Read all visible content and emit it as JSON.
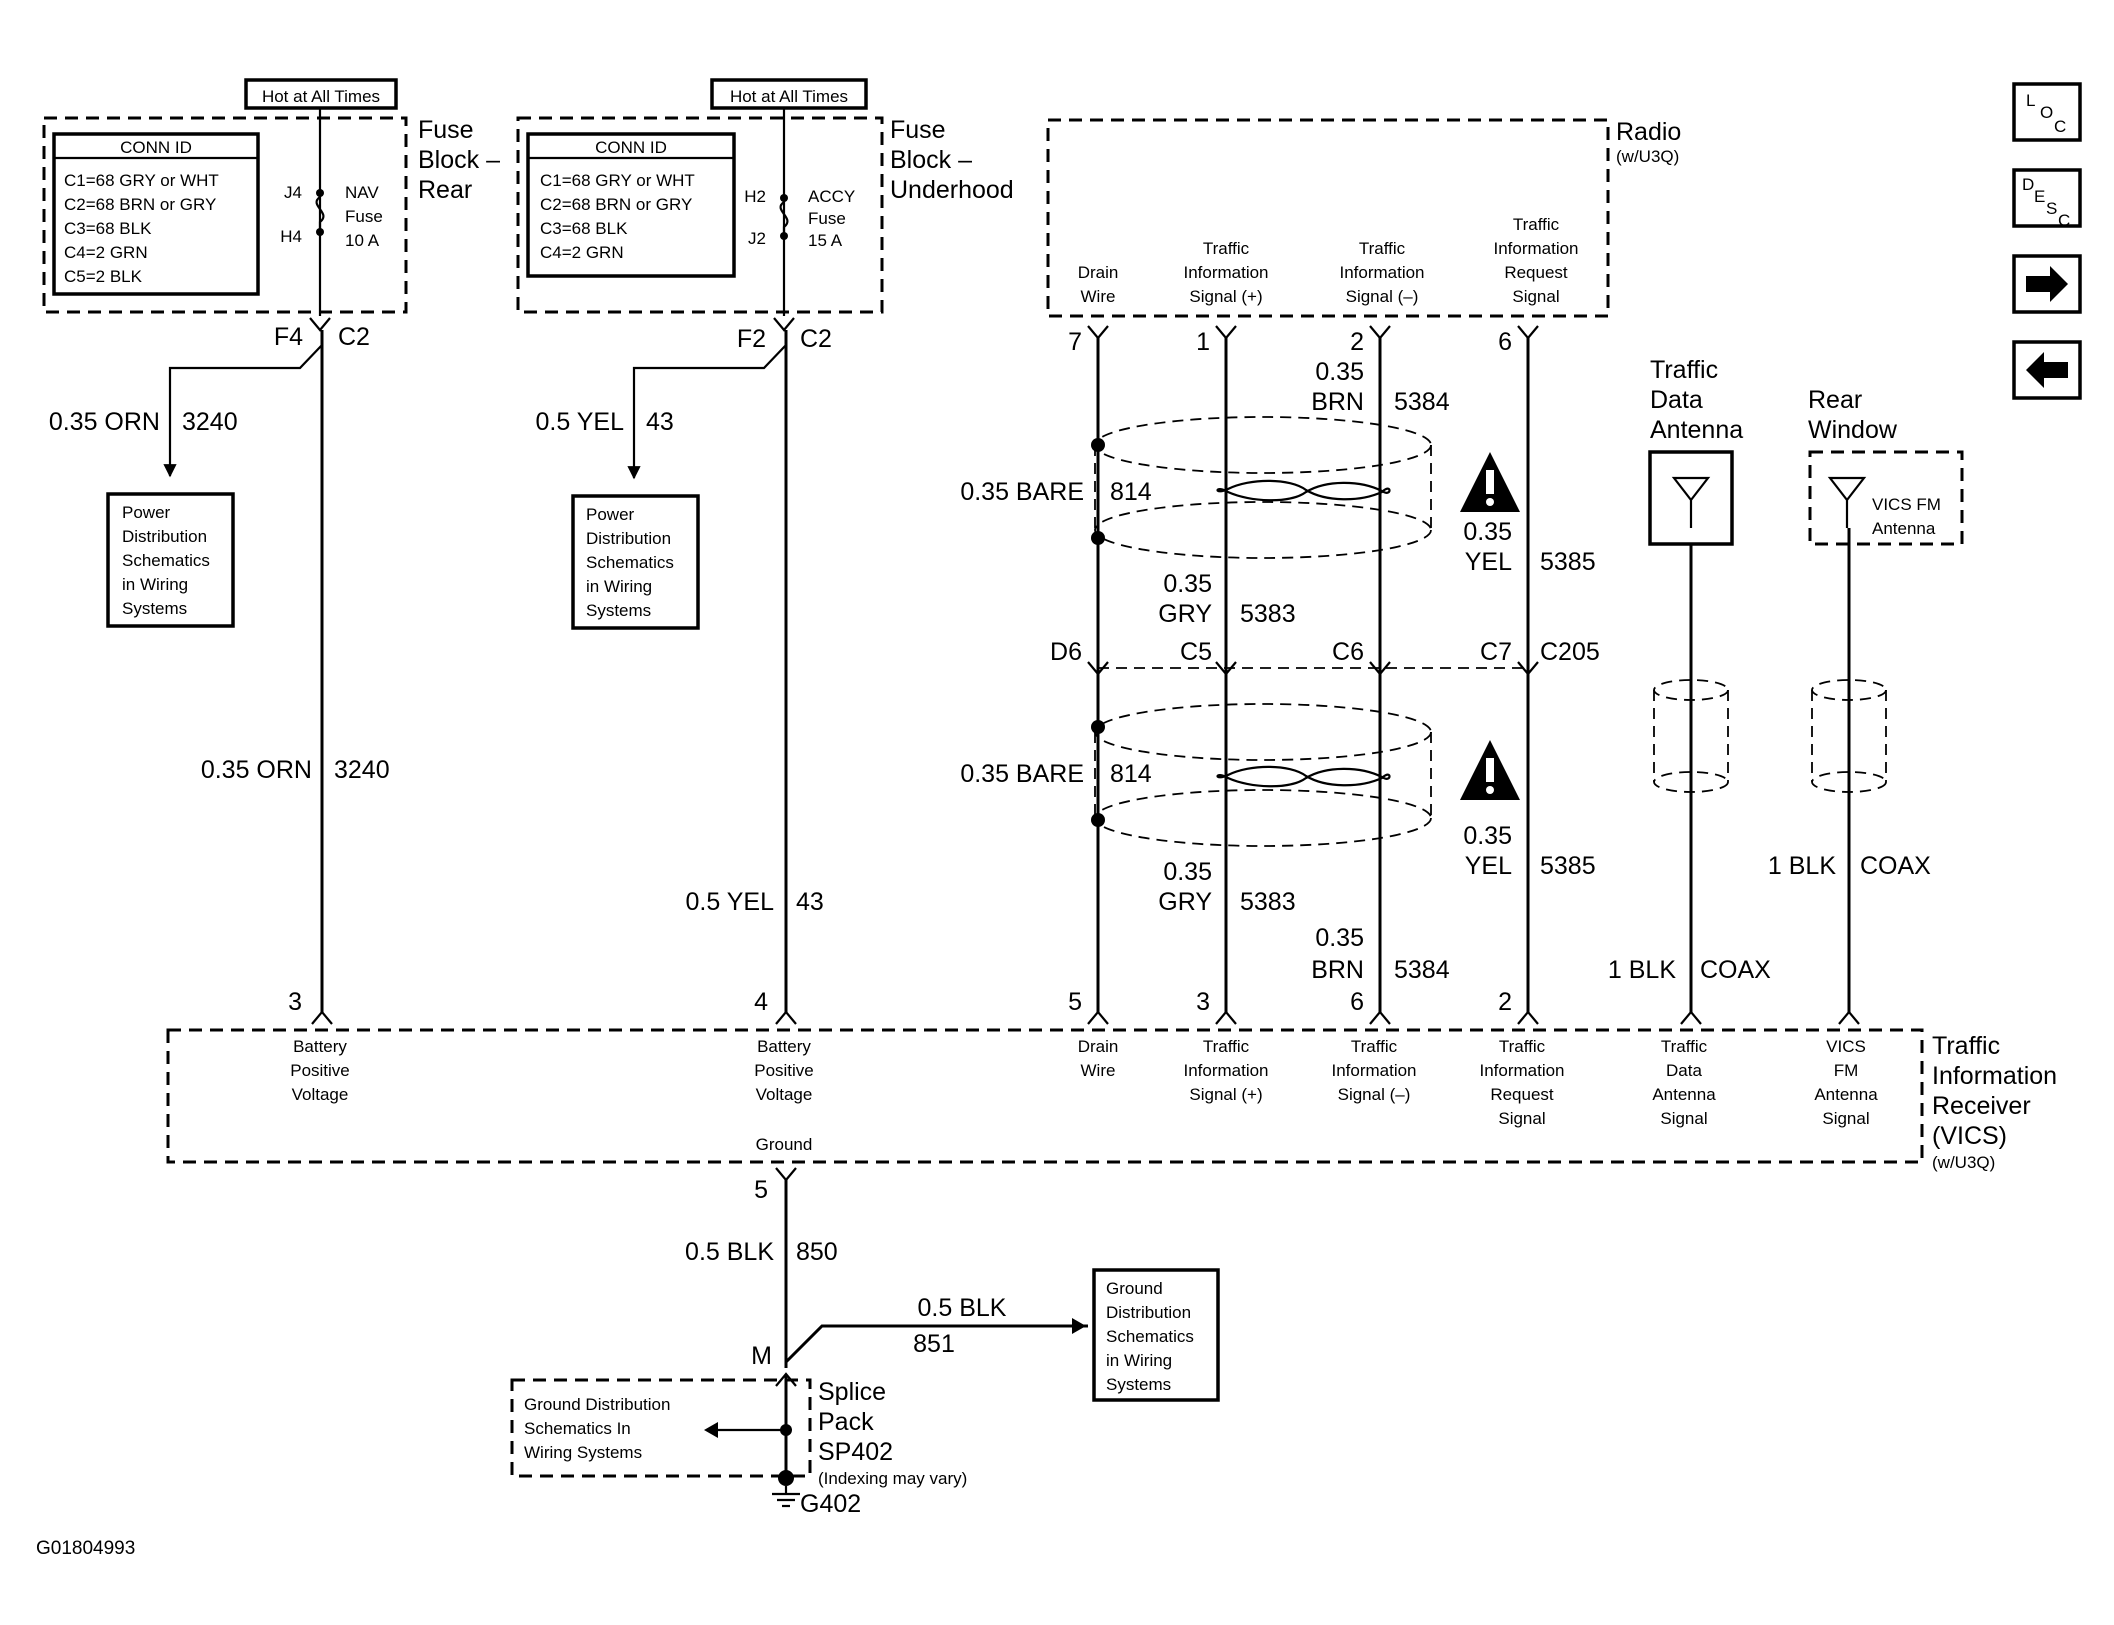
{
  "fuse_block_rear": {
    "hot_label": "Hot at All Times",
    "conn_title": "CONN ID",
    "conn_lines": [
      "C1=68 GRY or WHT",
      "C2=68 BRN or GRY",
      "C3=68 BLK",
      "C4=2 GRN",
      "C5=2 BLK"
    ],
    "pin_in": "J4",
    "pin_out": "H4",
    "fuse_lines": [
      "NAV",
      "Fuse",
      "10 A"
    ],
    "name_lines": [
      "Fuse",
      "Block –",
      "Rear"
    ],
    "terminal": "F4",
    "connector": "C2",
    "branch_wire": "0.35 ORN",
    "branch_circuit": "3240",
    "ref_box": [
      "Power",
      "Distribution",
      "Schematics",
      "in Wiring",
      "Systems"
    ],
    "wire": "0.35 ORN",
    "circuit": "3240"
  },
  "fuse_block_underhood": {
    "hot_label": "Hot at All Times",
    "conn_title": "CONN ID",
    "conn_lines": [
      "C1=68 GRY or WHT",
      "C2=68 BRN or GRY",
      "C3=68 BLK",
      "C4=2 GRN"
    ],
    "pin_in": "H2",
    "pin_out": "J2",
    "fuse_lines": [
      "ACCY",
      "Fuse",
      "15 A"
    ],
    "name_lines": [
      "Fuse",
      "Block –",
      "Underhood"
    ],
    "terminal": "F2",
    "connector": "C2",
    "branch_wire": "0.5 YEL",
    "branch_circuit": "43",
    "ref_box": [
      "Power",
      "Distribution",
      "Schematics",
      "in Wiring",
      "Systems"
    ],
    "wire": "0.5 YEL",
    "circuit": "43"
  },
  "radio": {
    "name": "Radio",
    "sub": "(w/U3Q)",
    "pins": [
      {
        "num": "7",
        "lines": [
          "Drain",
          "Wire"
        ]
      },
      {
        "num": "1",
        "lines": [
          "Traffic",
          "Information",
          "Signal (+)"
        ]
      },
      {
        "num": "2",
        "lines": [
          "Traffic",
          "Information",
          "Signal (–)"
        ]
      },
      {
        "num": "6",
        "lines": [
          "Traffic",
          "Information",
          "Request",
          "Signal"
        ]
      }
    ]
  },
  "upper_harness": {
    "brn_gauge": "0.35",
    "brn_color": "BRN",
    "brn_circuit": "5384",
    "bare": "0.35 BARE",
    "bare_circuit": "814",
    "yel_gauge": "0.35",
    "yel_color": "YEL",
    "yel_circuit": "5385",
    "gry_gauge": "0.35",
    "gry_color": "GRY",
    "gry_circuit": "5383"
  },
  "inline_connector": {
    "d6": "D6",
    "c5": "C5",
    "c6": "C6",
    "c7": "C7",
    "name": "C205"
  },
  "lower_harness": {
    "bare": "0.35 BARE",
    "bare_circuit": "814",
    "yel_gauge": "0.35",
    "yel_color": "YEL",
    "yel_circuit": "5385",
    "gry_gauge": "0.35",
    "gry_color": "GRY",
    "gry_circuit": "5383",
    "brn_gauge": "0.35",
    "brn_color": "BRN",
    "brn_circuit": "5384"
  },
  "antennas": {
    "traffic_title": [
      "Traffic",
      "Data",
      "Antenna"
    ],
    "rear_title": [
      "Rear",
      "Window"
    ],
    "vics_label": [
      "VICS FM",
      "Antenna"
    ],
    "traffic_wire": "1 BLK",
    "traffic_coax": "COAX",
    "rear_wire": "1 BLK",
    "rear_coax": "COAX"
  },
  "receiver": {
    "name_lines": [
      "Traffic",
      "Information",
      "Receiver",
      "(VICS)"
    ],
    "sub": "(w/U3Q)",
    "pins": [
      {
        "num": "3",
        "lines": [
          "Battery",
          "Positive",
          "Voltage"
        ]
      },
      {
        "num": "4",
        "lines": [
          "Battery",
          "Positive",
          "Voltage"
        ]
      },
      {
        "num": "5",
        "lines": [
          "Drain",
          "Wire"
        ]
      },
      {
        "num": "3",
        "lines": [
          "Traffic",
          "Information",
          "Signal (+)"
        ]
      },
      {
        "num": "6",
        "lines": [
          "Traffic",
          "Information",
          "Signal (–)"
        ]
      },
      {
        "num": "2",
        "lines": [
          "Traffic",
          "Information",
          "Request",
          "Signal"
        ]
      },
      {
        "num": "",
        "lines": [
          "Traffic",
          "Data",
          "Antenna",
          "Signal"
        ]
      },
      {
        "num": "",
        "lines": [
          "VICS",
          "FM",
          "Antenna",
          "Signal"
        ]
      }
    ],
    "ground_label": "Ground",
    "ground_pin": "5"
  },
  "ground": {
    "wire": "0.5 BLK",
    "circuit": "850",
    "splice_node": "M",
    "branch_wire": "0.5 BLK",
    "branch_circuit": "851",
    "ref_box": [
      "Ground",
      "Distribution",
      "Schematics",
      "in Wiring",
      "Systems"
    ],
    "gd_box": [
      "Ground Distribution",
      "Schematics In",
      "Wiring Systems"
    ],
    "splice_lines": [
      "Splice",
      "Pack",
      "SP402"
    ],
    "splice_note": "(Indexing may vary)",
    "ground_id": "G402"
  },
  "figure_id": "G01804993",
  "nav_buttons": {
    "loc": [
      "L",
      "O",
      "C"
    ],
    "desc": [
      "D",
      "E",
      "S",
      "C"
    ],
    "next_icon": "arrow-right-icon",
    "prev_icon": "arrow-left-icon"
  }
}
